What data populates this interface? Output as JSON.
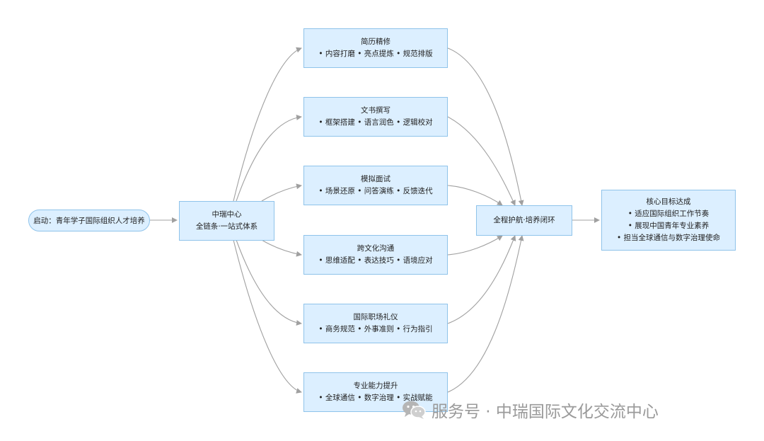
{
  "start": {
    "label": "启动：青年学子国际组织人才培养"
  },
  "hub": {
    "title": "中瑞中心",
    "subtitle": "全链条·一站式体系"
  },
  "modules": [
    {
      "title": "简历精修",
      "detail": "• 内容打磨 • 亮点提炼 • 规范排版"
    },
    {
      "title": "文书撰写",
      "detail": "• 框架搭建 • 语言润色 • 逻辑校对"
    },
    {
      "title": "模拟面试",
      "detail": "• 场景还原 • 问答演练 • 反馈迭代"
    },
    {
      "title": "跨文化沟通",
      "detail": "• 思维适配 • 表达技巧 • 语境应对"
    },
    {
      "title": "国际职场礼仪",
      "detail": "• 商务规范 • 外事准则 • 行为指引"
    },
    {
      "title": "专业能力提升",
      "detail": "• 全球通信 • 数字治理 • 实战赋能"
    }
  ],
  "closure": {
    "label": "全程护航·培养闭环"
  },
  "goal": {
    "title": "核心目标达成",
    "items": [
      "• 适应国际组织工作节奏",
      "• 展现中国青年专业素养",
      "• 担当全球通信与数字治理使命"
    ]
  },
  "watermark": {
    "text": "服务号 · 中瑞国际文化交流中心",
    "icon": "wechat-icon"
  },
  "colors": {
    "node_fill": "#dcefff",
    "node_border": "#8fc3ea",
    "edge": "#a0a0a0"
  }
}
